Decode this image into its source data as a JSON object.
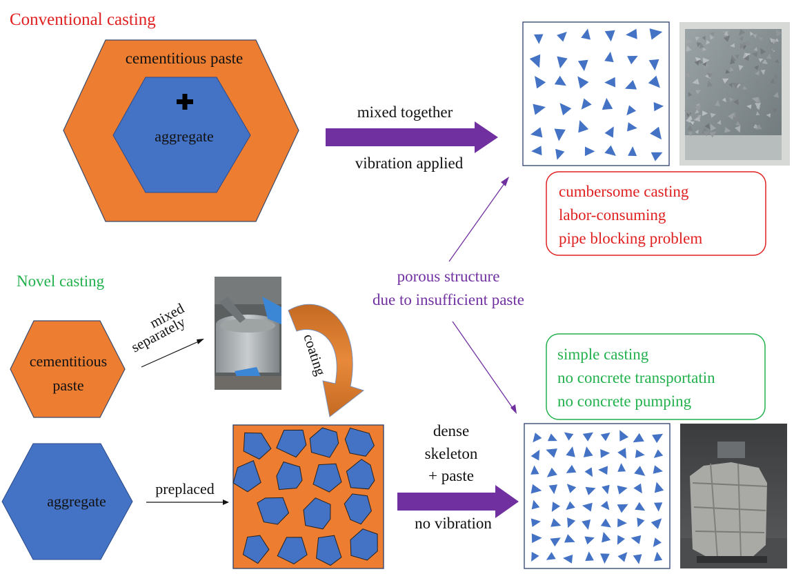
{
  "conventional": {
    "title": "Conventional casting",
    "outer_label": "cementitious paste",
    "inner_label": "aggregate",
    "arrow_top": "mixed together",
    "arrow_bottom": "vibration applied",
    "issues": [
      "cumbersome casting",
      "labor-consuming",
      "pipe blocking problem"
    ]
  },
  "novel": {
    "title": "Novel casting",
    "paste_label_1": "cementitious",
    "paste_label_2": "paste",
    "aggregate_label": "aggregate",
    "mixed_1": "mixed",
    "mixed_2": "separately",
    "coating": "coating",
    "preplaced": "preplaced",
    "arrow_top_1": "dense",
    "arrow_top_2": "skeleton",
    "arrow_top_3": "+ paste",
    "arrow_bottom": "no vibration",
    "benefits": [
      "simple  casting",
      "no concrete transportatin",
      "no concrete pumping"
    ]
  },
  "middle": {
    "line1": "porous structure",
    "line2": "due to insufficient paste"
  },
  "colors": {
    "orange": "#ED7D31",
    "blue": "#4472C4",
    "purple": "#7030A0",
    "red": "#E02020",
    "green": "#22B14C"
  }
}
